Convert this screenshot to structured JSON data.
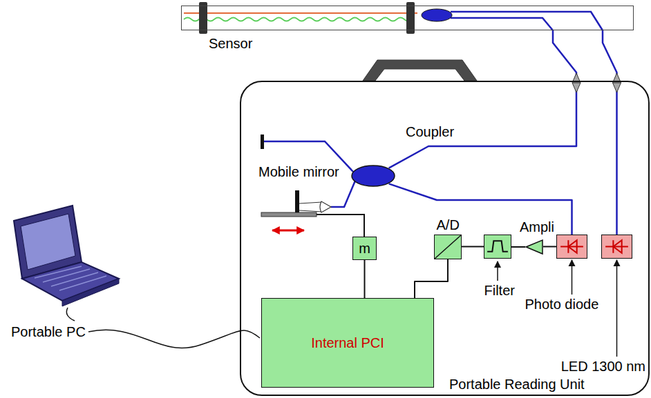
{
  "diagram": {
    "nodes": [
      {
        "text": [
          "Sensor"
        ]
      },
      {
        "text": [
          "Portable Reading Unit"
        ]
      },
      {
        "text": [
          "Coupler"
        ],
        "in": 1
      },
      {
        "text": [
          "m"
        ],
        "in": 1
      },
      {
        "text": [
          "A/D"
        ],
        "in": 1
      },
      {
        "text": [
          "Ampli"
        ],
        "in": 1
      },
      {
        "text": [
          "Filter"
        ],
        "in": 1
      },
      {
        "text": [
          "Photo diode"
        ],
        "in": 1
      },
      {
        "text": [
          "LED 1300 nm"
        ],
        "in": 1
      },
      {
        "text": [
          "Internal PCI"
        ],
        "in": 1
      }
    ],
    "edges": [
      {
        "from": 2,
        "to": 0,
        "arrow": "none"
      },
      {
        "from": 8,
        "to": 0,
        "arrow": "none"
      },
      {
        "from": 2,
        "to": 7,
        "arrow": "none"
      },
      {
        "from": 7,
        "to": 5,
        "arrow": "none"
      },
      {
        "from": 5,
        "to": 6,
        "arrow": "none"
      },
      {
        "from": 6,
        "to": 4,
        "arrow": "none"
      },
      {
        "from": 4,
        "to": 9,
        "arrow": "none"
      },
      {
        "from": 3,
        "to": 9,
        "arrow": "none"
      }
    ],
    "labels": [
      "Mobile mirror",
      "Portable PC"
    ]
  }
}
